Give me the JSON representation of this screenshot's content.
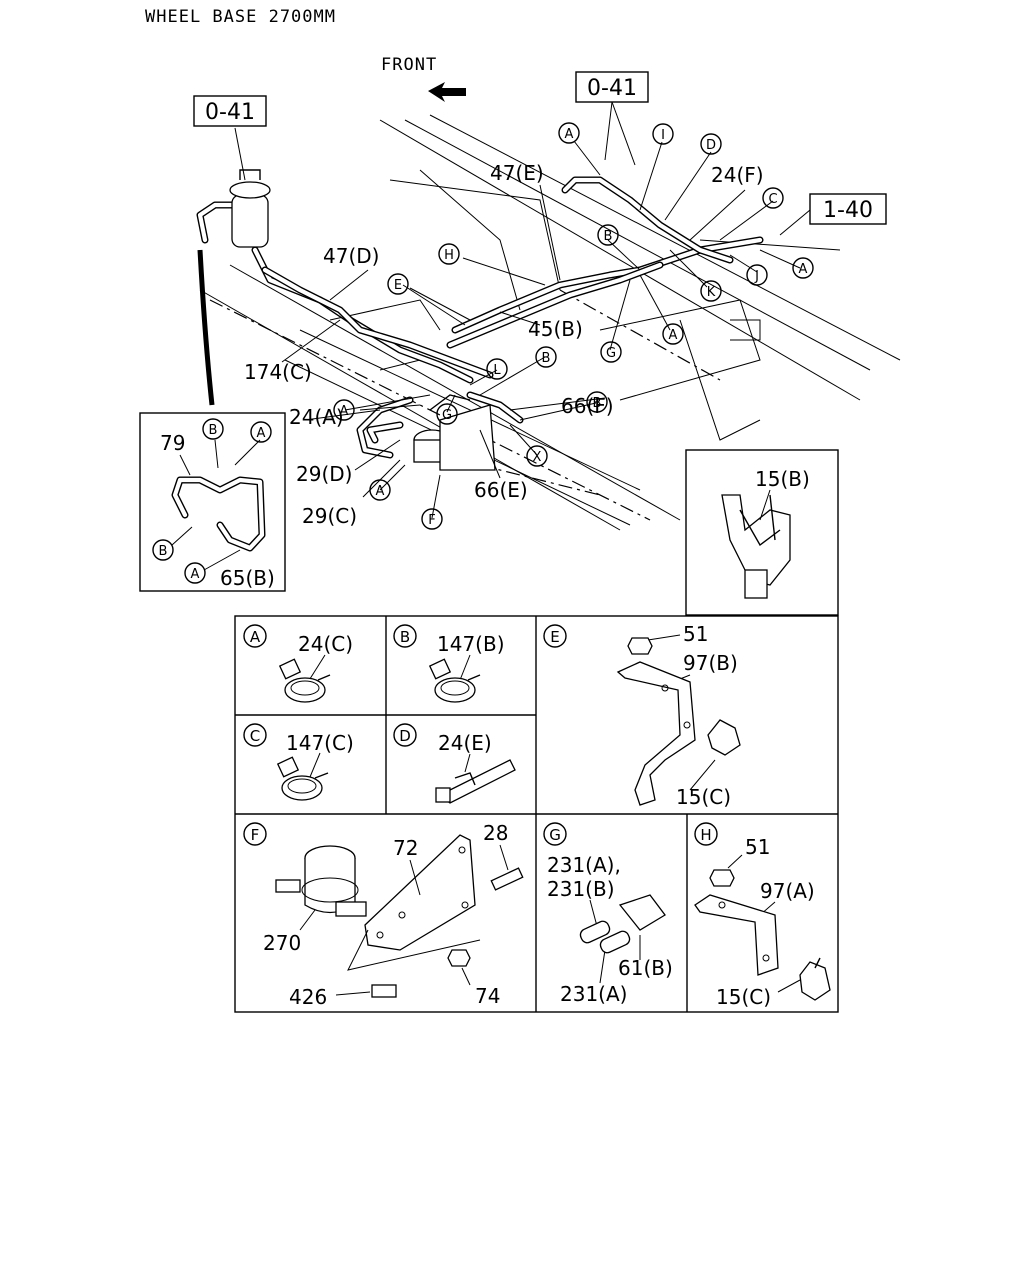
{
  "header": {
    "title": "WHEEL BASE 2700MM"
  },
  "direction": {
    "label": "FRONT"
  },
  "refs": {
    "ref_left": "0-41",
    "ref_right": "0-41",
    "ref_far": "1-40"
  },
  "main_labels": {
    "l47e": "47(E)",
    "l24f": "24(F)",
    "l47d": "47(D)",
    "l45b": "45(B)",
    "l174c": "174(C)",
    "l66f": "66(F)",
    "l24a": "24(A)",
    "l29d": "29(D)",
    "l29c": "29(C)",
    "l66e": "66(E)"
  },
  "callouts": {
    "a": "A",
    "b": "B",
    "c": "C",
    "d": "D",
    "e": "E",
    "f": "F",
    "g": "G",
    "h": "H",
    "i": "I",
    "j": "J",
    "k": "K",
    "l": "L",
    "x": "X"
  },
  "inset": {
    "l79": "79",
    "l65b": "65(B)"
  },
  "detail_15b": {
    "label": "15(B)"
  },
  "panels": {
    "a": {
      "letter": "A",
      "part": "24(C)"
    },
    "b": {
      "letter": "B",
      "part": "147(B)"
    },
    "c": {
      "letter": "C",
      "part": "147(C)"
    },
    "d": {
      "letter": "D",
      "part": "24(E)"
    },
    "e": {
      "letter": "E",
      "p51": "51",
      "p97b": "97(B)",
      "p15c": "15(C)"
    },
    "f": {
      "letter": "F",
      "p72": "72",
      "p28": "28",
      "p270": "270",
      "p426": "426",
      "p74": "74"
    },
    "g": {
      "letter": "G",
      "p231ab_line1": "231(A),",
      "p231ab_line2": "231(B)",
      "p61b": "61(B)",
      "p231a": "231(A)"
    },
    "h": {
      "letter": "H",
      "p51": "51",
      "p97a": "97(A)",
      "p15c": "15(C)"
    }
  }
}
